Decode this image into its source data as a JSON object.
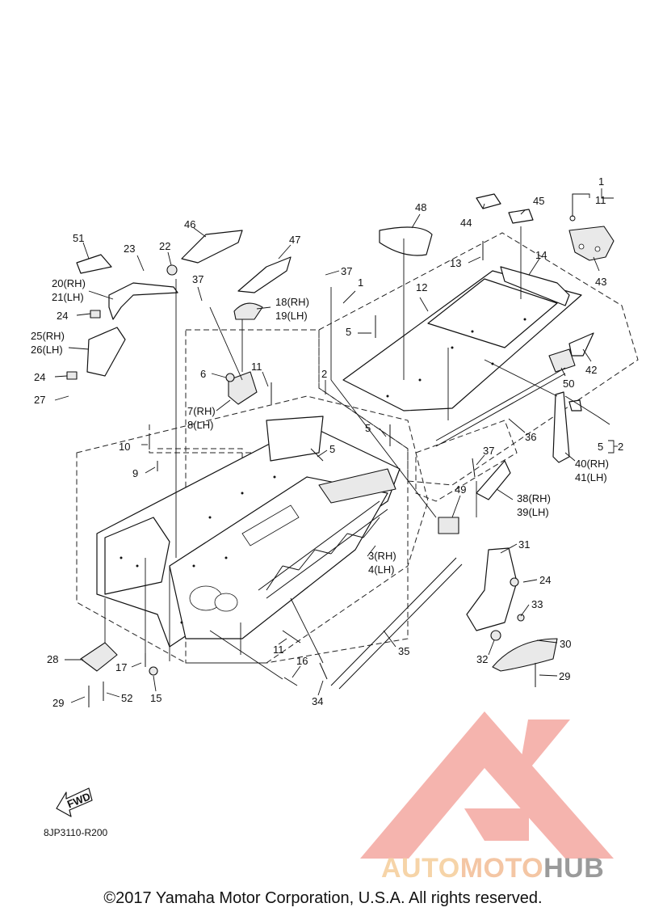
{
  "diagram": {
    "ref_code": "8JP3110-R200",
    "fwd_label": "FWD",
    "copyright": "©2017 Yamaha Motor Corporation, U.S.A. All rights reserved.",
    "watermark": {
      "part1": "AUTO",
      "part2": "MOTO",
      "part3": "HUB",
      "icon": "triangle-logo-icon"
    },
    "callouts": [
      {
        "id": "c1",
        "text": "1"
      },
      {
        "id": "c11a",
        "text": "11"
      },
      {
        "id": "c43",
        "text": "43"
      },
      {
        "id": "c44",
        "text": "44"
      },
      {
        "id": "c45",
        "text": "45"
      },
      {
        "id": "c48",
        "text": "48"
      },
      {
        "id": "c13",
        "text": "13"
      },
      {
        "id": "c14",
        "text": "14"
      },
      {
        "id": "c12",
        "text": "12"
      },
      {
        "id": "c1b",
        "text": "1"
      },
      {
        "id": "c37a",
        "text": "37"
      },
      {
        "id": "c47",
        "text": "47"
      },
      {
        "id": "c46",
        "text": "46"
      },
      {
        "id": "c51",
        "text": "51"
      },
      {
        "id": "c23",
        "text": "23"
      },
      {
        "id": "c22",
        "text": "22"
      },
      {
        "id": "c20",
        "text": "20(RH)"
      },
      {
        "id": "c21",
        "text": "21(LH)"
      },
      {
        "id": "c37b",
        "text": "37"
      },
      {
        "id": "c18",
        "text": "18(RH)"
      },
      {
        "id": "c19",
        "text": "19(LH)"
      },
      {
        "id": "c24a",
        "text": "24"
      },
      {
        "id": "c25",
        "text": "25(RH)"
      },
      {
        "id": "c26",
        "text": "26(LH)"
      },
      {
        "id": "c5a",
        "text": "5"
      },
      {
        "id": "c42",
        "text": "42"
      },
      {
        "id": "c50",
        "text": "50"
      },
      {
        "id": "c6",
        "text": "6"
      },
      {
        "id": "c11b",
        "text": "11"
      },
      {
        "id": "c2a",
        "text": "2"
      },
      {
        "id": "c24b",
        "text": "24"
      },
      {
        "id": "c27",
        "text": "27"
      },
      {
        "id": "c7",
        "text": "7(RH)"
      },
      {
        "id": "c8",
        "text": "8(LH)"
      },
      {
        "id": "c36",
        "text": "36"
      },
      {
        "id": "c5b",
        "text": "5"
      },
      {
        "id": "c5c",
        "text": "5"
      },
      {
        "id": "c2b",
        "text": "2"
      },
      {
        "id": "c10",
        "text": "10"
      },
      {
        "id": "c5d",
        "text": "5"
      },
      {
        "id": "c37c",
        "text": "37"
      },
      {
        "id": "c40",
        "text": "40(RH)"
      },
      {
        "id": "c41",
        "text": "41(LH)"
      },
      {
        "id": "c9",
        "text": "9"
      },
      {
        "id": "c49",
        "text": "49"
      },
      {
        "id": "c38",
        "text": "38(RH)"
      },
      {
        "id": "c39",
        "text": "39(LH)"
      },
      {
        "id": "c31",
        "text": "31"
      },
      {
        "id": "c3",
        "text": "3(RH)"
      },
      {
        "id": "c4",
        "text": "4(LH)"
      },
      {
        "id": "c24c",
        "text": "24"
      },
      {
        "id": "c33",
        "text": "33"
      },
      {
        "id": "c30",
        "text": "30"
      },
      {
        "id": "c35",
        "text": "35"
      },
      {
        "id": "c11c",
        "text": "11"
      },
      {
        "id": "c28",
        "text": "28"
      },
      {
        "id": "c17",
        "text": "17"
      },
      {
        "id": "c16",
        "text": "16"
      },
      {
        "id": "c32",
        "text": "32"
      },
      {
        "id": "c29a",
        "text": "29"
      },
      {
        "id": "c15",
        "text": "15"
      },
      {
        "id": "c34",
        "text": "34"
      },
      {
        "id": "c29b",
        "text": "29"
      },
      {
        "id": "c52",
        "text": "52"
      }
    ]
  }
}
